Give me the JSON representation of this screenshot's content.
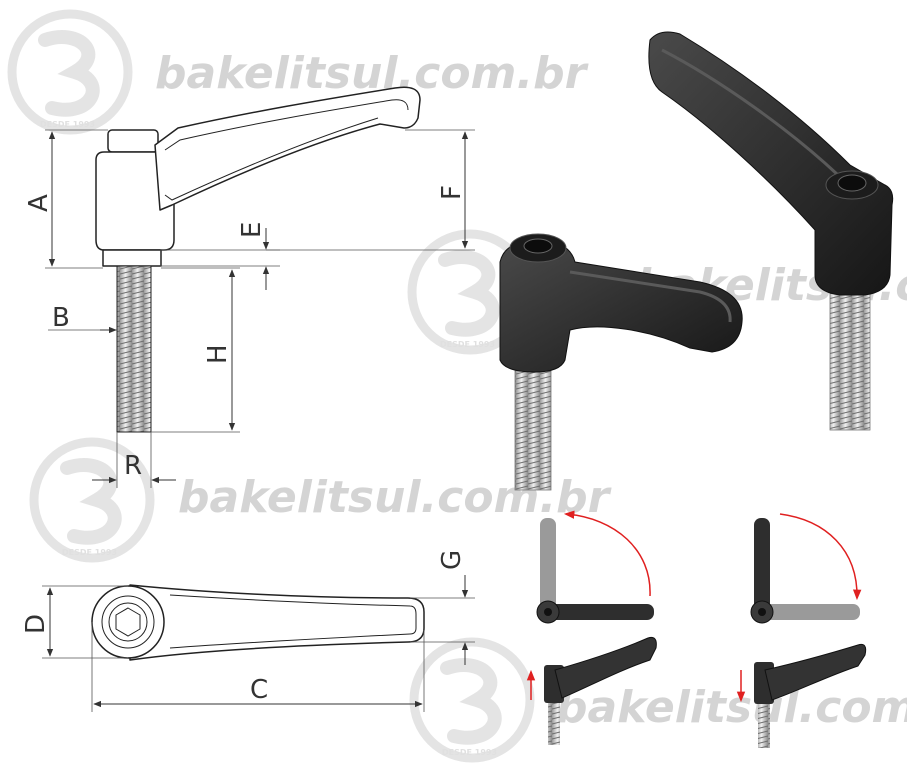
{
  "watermark": {
    "text": "bakelitsul.com.br",
    "since": "DESDE 1993"
  },
  "dimensions": {
    "A": "A",
    "B": "B",
    "C": "C",
    "D": "D",
    "E": "E",
    "F": "F",
    "G": "G",
    "H": "H",
    "R": "R"
  },
  "colors": {
    "watermark": "#d4d4d4",
    "line": "#222222",
    "handle_dark": "#2b2b2b",
    "thread": "#bdbdbd",
    "arrow_red": "#e02020"
  },
  "icons": {
    "logo": "bakelitsul-logo-icon",
    "rotate_up": "rotate-up-arrow-icon",
    "rotate_down": "rotate-down-arrow-icon",
    "pull_up": "pull-up-arrow-icon",
    "push_down": "push-down-arrow-icon"
  }
}
